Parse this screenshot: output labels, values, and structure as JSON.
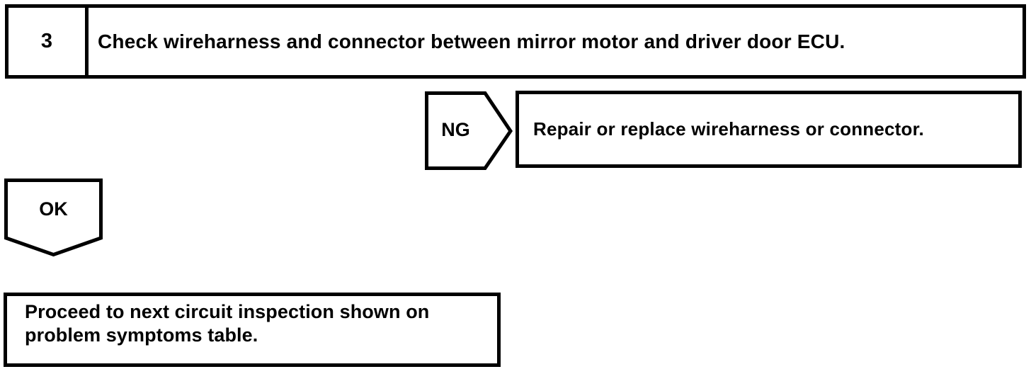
{
  "diagram": {
    "step": {
      "number": "3",
      "instruction": "Check wireharness and connector between mirror motor and driver door ECU."
    },
    "branches": {
      "ng": {
        "label": "NG",
        "action": "Repair or replace wireharness or connector."
      },
      "ok": {
        "label": "OK",
        "action_lines": [
          "Proceed to next circuit inspection shown on",
          "problem symptoms table."
        ]
      }
    },
    "colors": {
      "line": "#000000",
      "background": "#ffffff",
      "text": "#000000"
    }
  }
}
